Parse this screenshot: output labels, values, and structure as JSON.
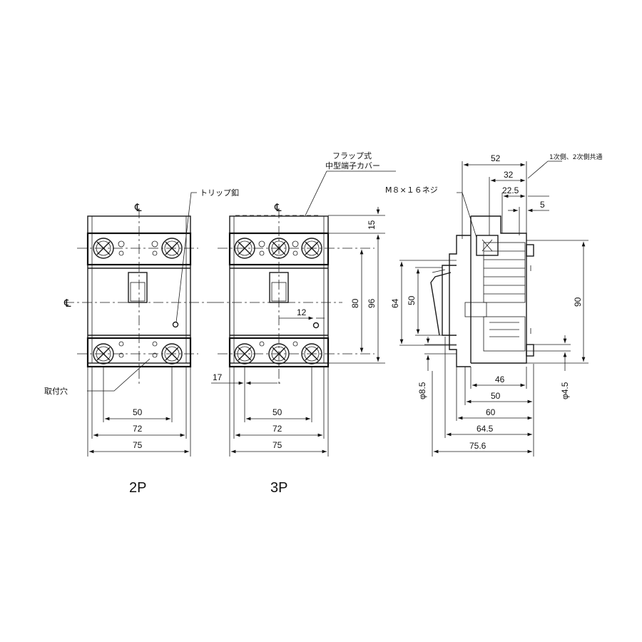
{
  "labels": {
    "trip_button": "トリップ釦",
    "mount_hole": "取付穴",
    "flap_cover_line1": "フラップ式",
    "flap_cover_line2": "中型端子カバー",
    "screw": "M８×１６ネジ",
    "common_note": "1次側、2次側共通",
    "centerline": "℄",
    "model_2p": "2P",
    "model_3p": "3P"
  },
  "dims_2p": {
    "w50": "50",
    "w72": "72",
    "w75": "75"
  },
  "dims_3p": {
    "w50": "50",
    "w72": "72",
    "w75": "75",
    "d12": "12",
    "d17": "17",
    "h80": "80",
    "h96": "96",
    "h15": "15"
  },
  "dims_side": {
    "d52": "52",
    "d32": "32",
    "d22_5": "22.5",
    "d5": "5",
    "h64": "64",
    "h50": "50",
    "h90": "90",
    "phi8_5": "φ8.5",
    "phi4_5": "φ4.5",
    "w46": "46",
    "w50": "50",
    "w60": "60",
    "w64_5": "64.5",
    "w75_6": "75.6"
  }
}
